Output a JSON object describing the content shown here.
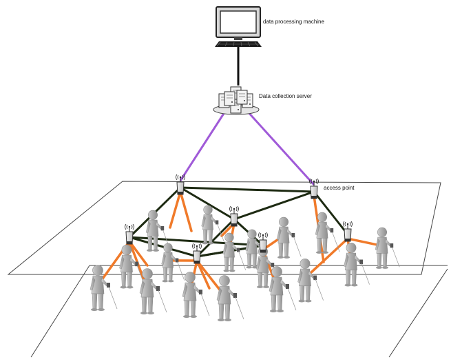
{
  "labels": {
    "processing_machine": "data processing machine",
    "collection_server": "Data collection server",
    "access_point": "access point"
  },
  "colors": {
    "server_link": "#a05ad8",
    "mesh_link": "#1d2a12",
    "user_link": "#f07a2a",
    "uplink": "#111111",
    "plane_stroke": "#444444",
    "figure": "#b9b9b9"
  },
  "icons": {
    "machine": "desktop-computer-icon",
    "server": "server-cluster-icon",
    "access_point": "wireless-access-point-icon",
    "user": "person-with-device-icon"
  }
}
